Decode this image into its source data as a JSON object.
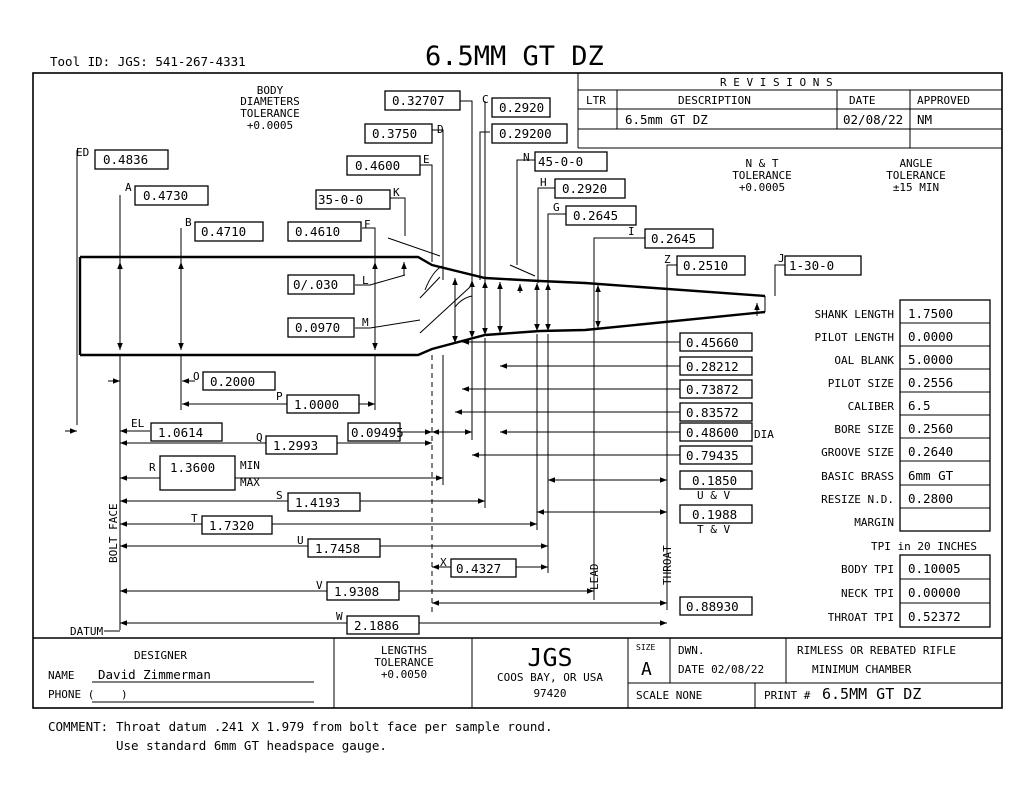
{
  "header": {
    "tool_id": "Tool ID: JGS: 541-267-4331",
    "title": "6.5MM GT DZ"
  },
  "tolerances": {
    "body_title": [
      "BODY",
      "DIAMETERS",
      "TOLERANCE",
      "+0.0005"
    ],
    "nt_title": [
      "N & T",
      "TOLERANCE",
      "+0.0005"
    ],
    "angle_title": [
      "ANGLE",
      "TOLERANCE",
      "±15 MIN"
    ],
    "lengths_title": [
      "LENGTHS",
      "TOLERANCE",
      "+0.0050"
    ]
  },
  "revisions": {
    "title": "R E V I S I O N S",
    "headers": [
      "LTR",
      "DESCRIPTION",
      "DATE",
      "APPROVED"
    ],
    "rows": [
      [
        "",
        "6.5mm GT DZ",
        "02/08/22",
        "NM"
      ]
    ]
  },
  "dims": {
    "v32707": "0.32707",
    "c_lbl": "C",
    "v2920c": "0.2920",
    "v3750": "0.3750",
    "d_lbl": "D",
    "v29200": "0.29200",
    "ed_lbl": "ED",
    "v4836": "0.4836",
    "v4600": "0.4600",
    "e_lbl": "E",
    "n_lbl": "N",
    "v45": "45-0-0",
    "a_lbl": "A",
    "v4730": "0.4730",
    "h_lbl": "H",
    "v2920h": "0.2920",
    "v35": "35-0-0",
    "k_lbl": "K",
    "g_lbl": "G",
    "v2645g": "0.2645",
    "b_lbl": "B",
    "v4710": "0.4710",
    "v4610": "0.4610",
    "f_lbl": "F",
    "i_lbl": "I",
    "v2645i": "0.2645",
    "z_lbl": "Z",
    "v2510": "0.2510",
    "j_lbl": "J",
    "v130": "1-30-0",
    "v030": "0/.030",
    "l_lbl": "L",
    "v0970": "0.0970",
    "m_lbl": "M",
    "o_lbl": "O",
    "v2000": "0.2000",
    "p_lbl": "P",
    "v10000": "1.0000",
    "el_lbl": "EL",
    "v10614": "1.0614",
    "q_lbl": "Q",
    "v12993": "1.2993",
    "v09495": "0.09495",
    "r_lbl": "R",
    "v13600": "1.3600",
    "min_lbl": "MIN",
    "max_lbl": "MAX",
    "s_lbl": "S",
    "v14193": "1.4193",
    "t_lbl": "T",
    "v17320": "1.7320",
    "u_lbl": "U",
    "v17458": "1.7458",
    "x_lbl": "X",
    "v4327": "0.4327",
    "vv_lbl": "V",
    "v19308": "1.9308",
    "w_lbl": "W",
    "v21886": "2.1886",
    "bolt_face": "BOLT FACE",
    "datum": "DATUM",
    "lead": "LEAD",
    "throat": "THROAT",
    "r45660": "0.45660",
    "r28212": "0.28212",
    "r73872": "0.73872",
    "r83572": "0.83572",
    "r48600": "0.48600",
    "dia": "DIA",
    "r79435": "0.79435",
    "r1850": "0.1850",
    "uv": "U & V",
    "r1988": "0.1988",
    "tv": "T & V",
    "r88930": "0.88930"
  },
  "specs": [
    {
      "label": "SHANK LENGTH",
      "value": "1.7500"
    },
    {
      "label": "PILOT LENGTH",
      "value": "0.0000"
    },
    {
      "label": "OAL BLANK",
      "value": "5.0000"
    },
    {
      "label": "PILOT SIZE",
      "value": "0.2556"
    },
    {
      "label": "CALIBER",
      "value": "6.5"
    },
    {
      "label": "BORE SIZE",
      "value": "0.2560"
    },
    {
      "label": "GROOVE SIZE",
      "value": "0.2640"
    },
    {
      "label": "BASIC BRASS",
      "value": "6mm GT"
    },
    {
      "label": "RESIZE N.D.",
      "value": "0.2800"
    },
    {
      "label": "MARGIN",
      "value": ""
    }
  ],
  "tpi": {
    "heading": "TPI in 20 INCHES",
    "rows": [
      {
        "label": "BODY TPI",
        "value": "0.10005"
      },
      {
        "label": "NECK TPI",
        "value": "0.00000"
      },
      {
        "label": "THROAT TPI",
        "value": "0.52372"
      }
    ]
  },
  "title_block": {
    "designer_lbl": "DESIGNER",
    "name_lbl": "NAME",
    "name_val": "David Zimmerman",
    "phone_lbl": "PHONE (",
    "phone_close": ")",
    "company": "JGS",
    "city": "COOS BAY, OR USA",
    "number": "97420",
    "size_lbl": "SIZE",
    "size_val": "A",
    "dwn_lbl": "DWN.",
    "date_lbl": "DATE 02/08/22",
    "scale_lbl": "SCALE NONE",
    "desc1": "RIMLESS OR REBATED RIFLE",
    "desc2": "MINIMUM CHAMBER",
    "print_lbl": "PRINT #",
    "print_val": "6.5MM GT DZ"
  },
  "comment": {
    "lbl": "COMMENT:",
    "line1": "Throat datum .241 X 1.979 from bolt face per sample round.",
    "line2": "Use standard 6mm GT headspace gauge."
  }
}
